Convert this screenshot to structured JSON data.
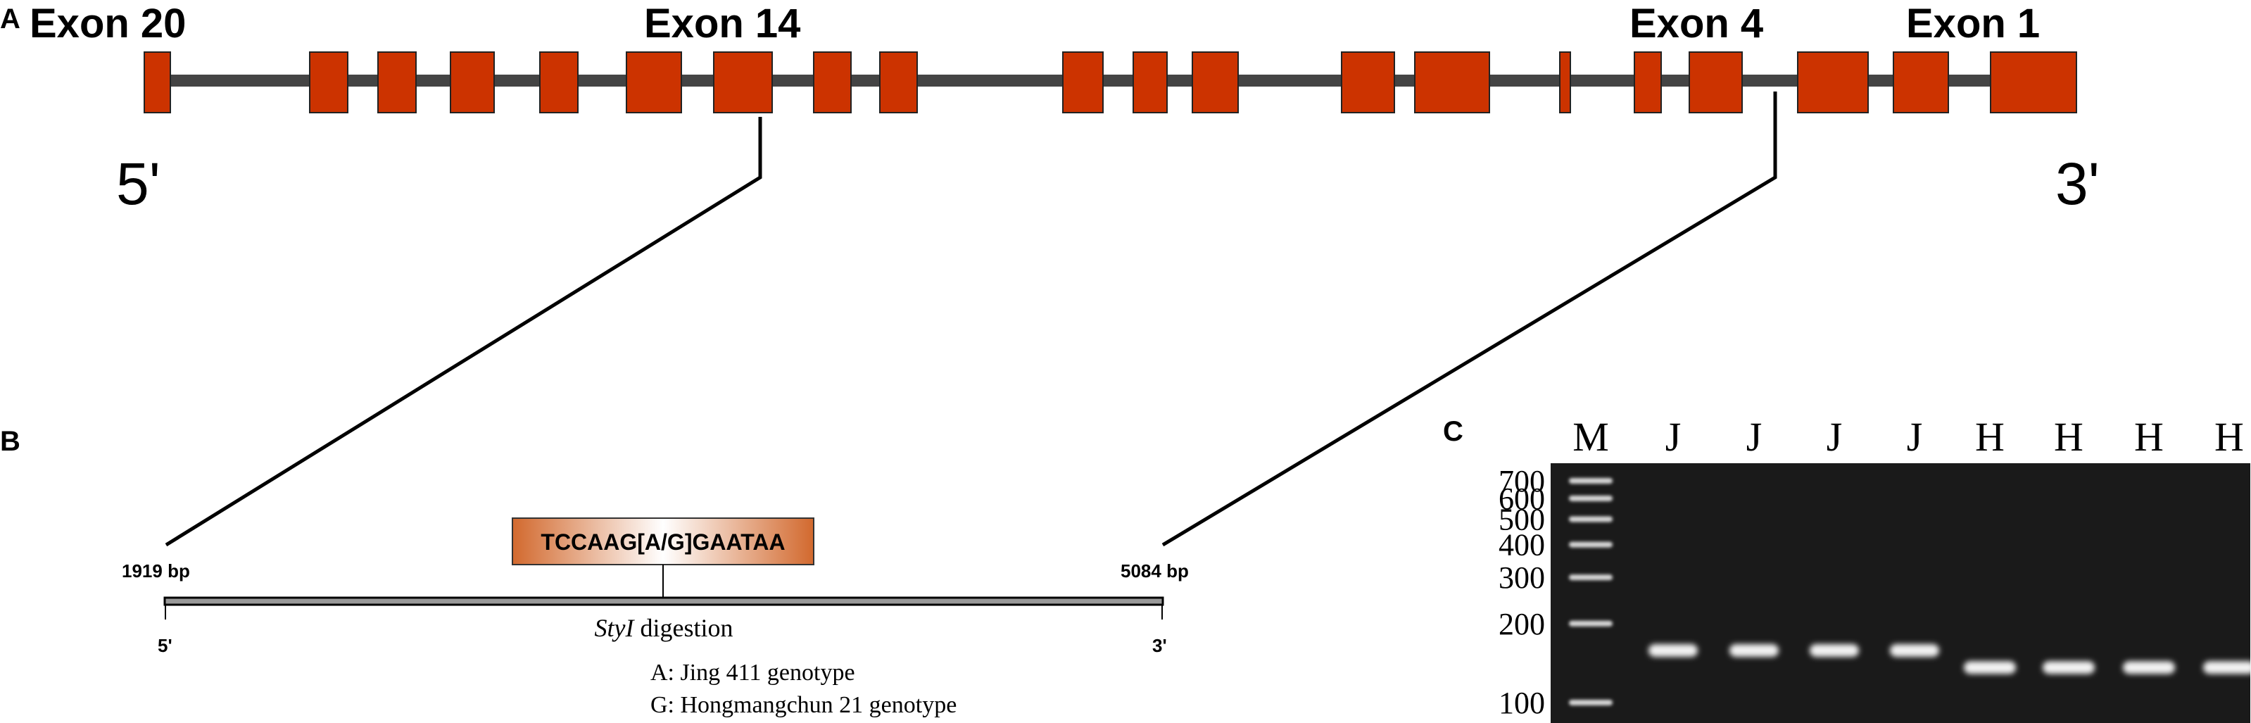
{
  "panels": {
    "a": "A",
    "b": "B",
    "c": "C"
  },
  "gene": {
    "exon_labels": [
      "Exon 20",
      "Exon 14",
      "Exon 4",
      "Exon 1"
    ],
    "five_prime": "5'",
    "three_prime": "3'",
    "exon_count": 20,
    "colors": {
      "exon": "#cc3300",
      "intron": "#444444"
    }
  },
  "region": {
    "start": "1919 bp",
    "end": "5084 bp",
    "five_prime": "5'",
    "three_prime": "3'",
    "snp_sequence": "TCCAAG[A/G]GAATAA",
    "digestion": "StyI",
    "digestion_suffix": " digestion",
    "legend": [
      "A: Jing 411 genotype",
      "G: Hongmangchun 21 genotype"
    ],
    "colors": {
      "box_dark": "#d2692e",
      "box_light": "#ffffff"
    }
  },
  "gel": {
    "lanes": [
      "M",
      "J",
      "J",
      "J",
      "J",
      "H",
      "H",
      "H",
      "H"
    ],
    "ladder_labels": [
      "700",
      "600",
      "500",
      "400",
      "300",
      "200",
      "100"
    ],
    "ladder_values": [
      700,
      600,
      500,
      400,
      300,
      200,
      100
    ],
    "band_sizes": [
      158,
      158,
      158,
      158,
      136,
      136,
      136,
      136
    ],
    "band_unit": "bp",
    "colors": {
      "background": "#1a1a1a",
      "band": "#f2f2f2"
    }
  }
}
